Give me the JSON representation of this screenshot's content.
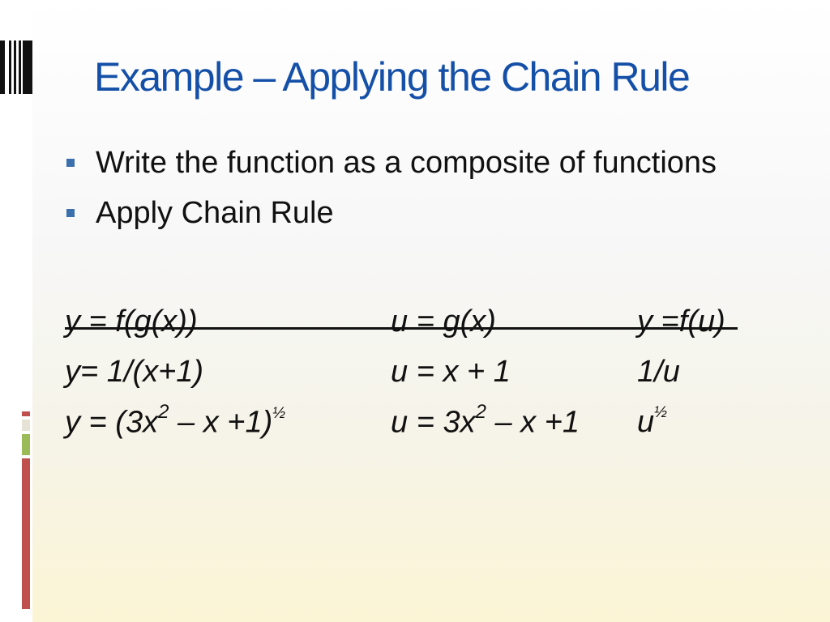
{
  "slide": {
    "title": "Example – Applying the Chain Rule",
    "bullets": [
      "Write the function as a composite of functions",
      "Apply Chain Rule"
    ],
    "math": {
      "header": [
        "y = f(g(x))",
        "u = g(x)",
        "y =f(u)"
      ],
      "row1": [
        "y= 1/(x+1)",
        "u = x + 1",
        "1/u"
      ],
      "row2": {
        "c1_prefix": "y = (3x",
        "c1_sup": "2",
        "c1_mid": " – x +1)",
        "c1_sup2": "½",
        "c2_prefix": "u = 3x",
        "c2_sup": "2",
        "c2_mid": " – x +1",
        "c3_prefix": "u",
        "c3_sup": "½"
      }
    }
  },
  "colors": {
    "title": "#1550a8",
    "bullet": "#3b6fad",
    "accent_red": "#c0504d",
    "accent_green": "#9bbb59"
  }
}
